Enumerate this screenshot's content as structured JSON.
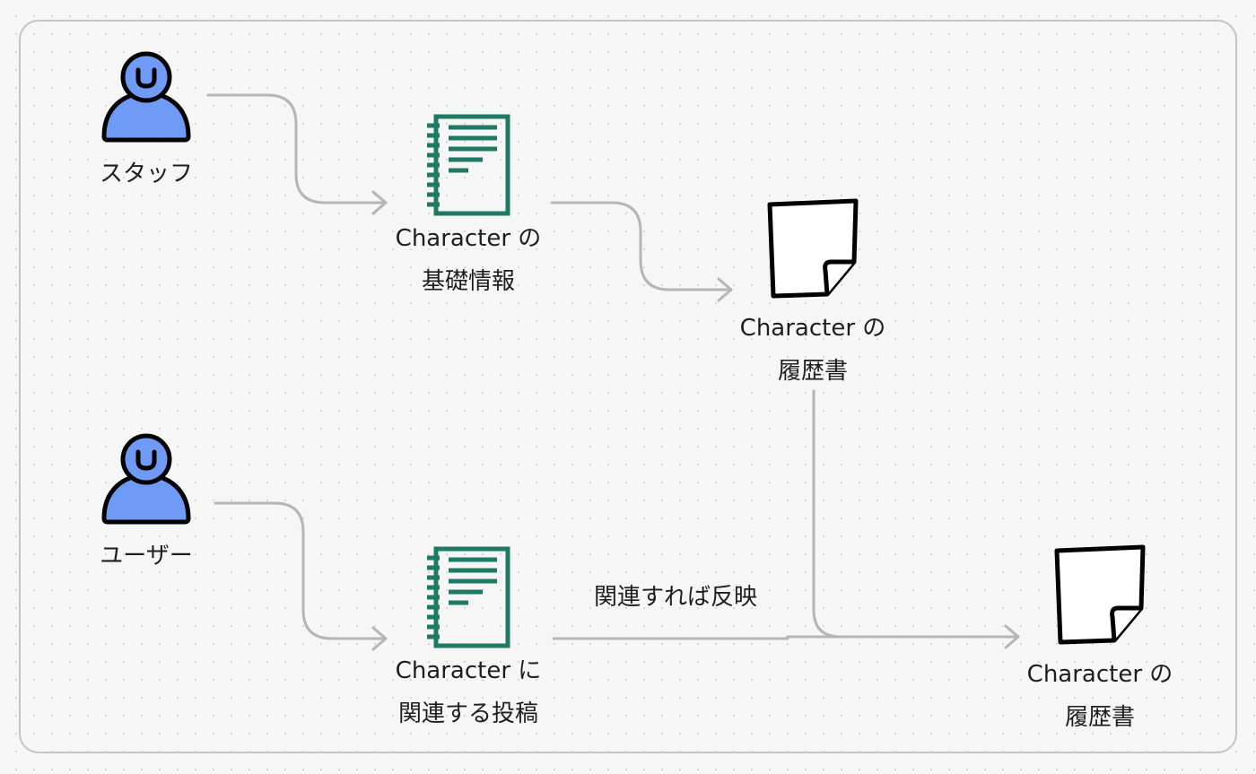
{
  "nodes": {
    "staff": {
      "label": "スタッフ",
      "icon": "person-icon"
    },
    "user": {
      "label": "ユーザー",
      "icon": "person-icon"
    },
    "basic_info": {
      "line1": "Character の",
      "line2": "基礎情報",
      "icon": "notebook-icon"
    },
    "related_posts": {
      "line1": "Character に",
      "line2": "関連する投稿",
      "icon": "notebook-icon"
    },
    "history_top": {
      "line1": "Character の",
      "line2": "履歴書",
      "icon": "document-icon"
    },
    "history_bottom": {
      "line1": "Character の",
      "line2": "履歴書",
      "icon": "document-icon"
    }
  },
  "edge_labels": {
    "reflect": "関連すれば反映"
  },
  "colors": {
    "person_fill": "#6f9af5",
    "notebook": "#1e7a64",
    "arrow": "#b5b5b5",
    "frame": "#c4c4c4"
  }
}
